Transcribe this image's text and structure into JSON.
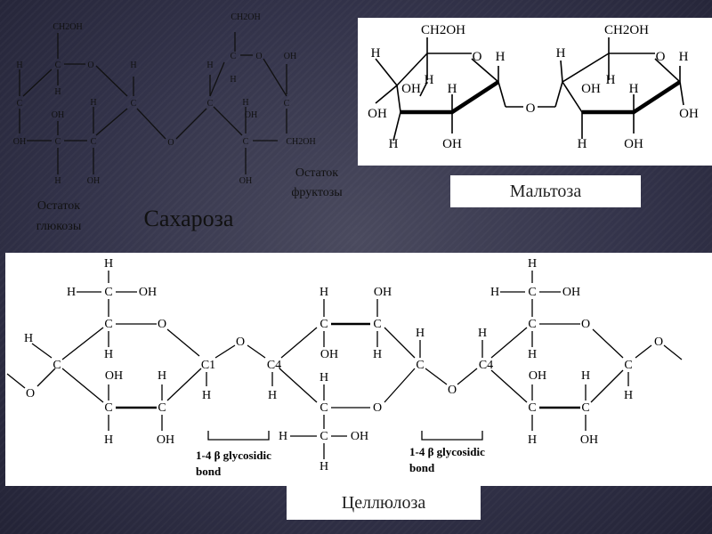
{
  "sucrose": {
    "title": "Сахароза",
    "glucose_label": "Остаток\nглюкозы",
    "fructose_label": "Остаток\nфруктозы",
    "glucose_line1": "Остаток",
    "glucose_line2": "глюкозы",
    "fructose_line1": "Остаток",
    "fructose_line2": "фруктозы",
    "atoms": {
      "ch2oh": "CH2OH",
      "c": "C",
      "o": "O",
      "h": "H",
      "oh": "OH"
    }
  },
  "maltose": {
    "caption": "Мальтоза",
    "atoms": {
      "ch2oh": "CH2OH",
      "o": "O",
      "h": "H",
      "oh": "OH"
    }
  },
  "cellulose": {
    "caption": "Целлюлоза",
    "bond_label_line1": "1-4 β glycosidic",
    "bond_label_line2": "bond",
    "atoms": {
      "c": "C",
      "c1": "C1",
      "c4": "C4",
      "o": "O",
      "h": "H",
      "oh": "OH"
    }
  },
  "colors": {
    "background": "#33334a",
    "ink": "#111111",
    "panel": "#ffffff"
  }
}
